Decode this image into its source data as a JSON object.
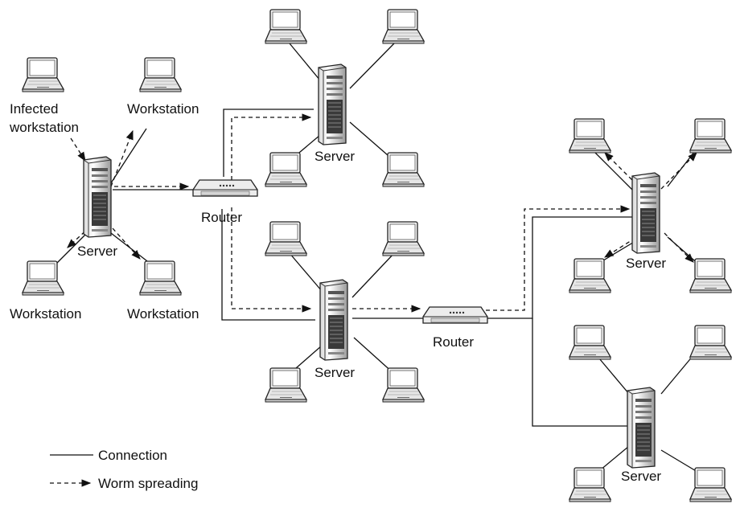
{
  "labels": {
    "infected_line1": "Infected",
    "infected_line2": "workstation",
    "workstation": "Workstation",
    "server": "Server",
    "router": "Router"
  },
  "legend": {
    "connection": "Connection",
    "worm": "Worm spreading"
  }
}
